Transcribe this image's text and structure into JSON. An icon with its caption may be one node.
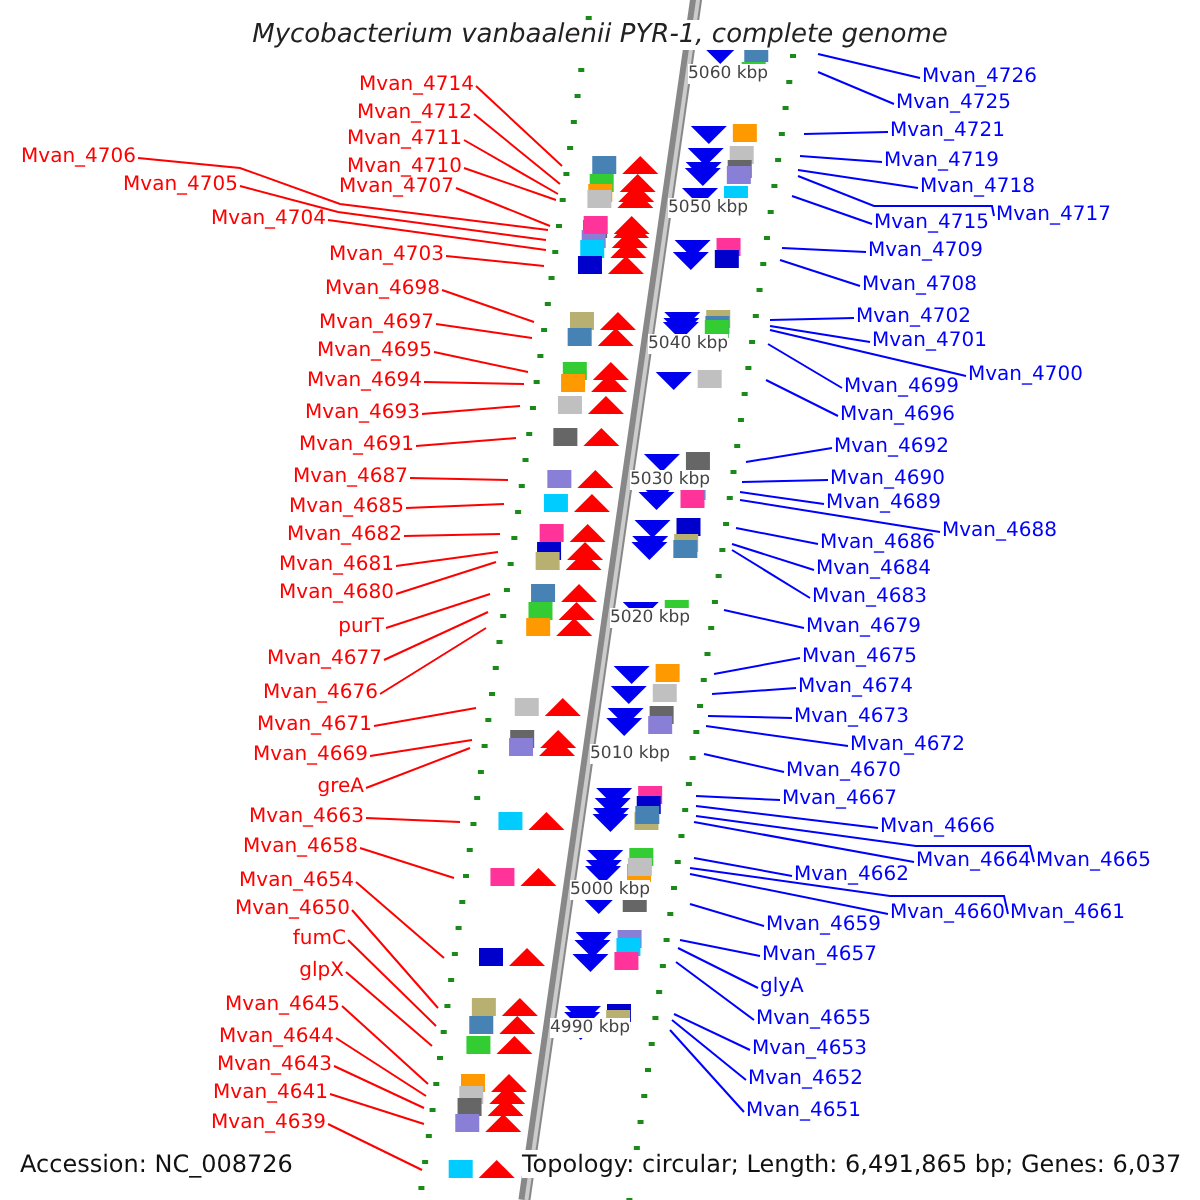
{
  "diagram": {
    "title": "Mycobacterium vanbaalenii PYR-1, complete genome",
    "nodes": [
      {
        "text": [
          "Mvan_4714"
        ]
      },
      {
        "text": [
          "Mvan_4712"
        ]
      },
      {
        "text": [
          "Mvan_4711"
        ]
      },
      {
        "text": [
          "Mvan_4710"
        ]
      },
      {
        "text": [
          "Mvan_4706"
        ]
      },
      {
        "text": [
          "Mvan_4705"
        ]
      },
      {
        "text": [
          "Mvan_4704"
        ]
      },
      {
        "text": [
          "Mvan_4707"
        ]
      },
      {
        "text": [
          "Mvan_4703"
        ]
      },
      {
        "text": [
          "Mvan_4698"
        ]
      },
      {
        "text": [
          "Mvan_4697"
        ]
      },
      {
        "text": [
          "Mvan_4695"
        ]
      },
      {
        "text": [
          "Mvan_4694"
        ]
      },
      {
        "text": [
          "Mvan_4693"
        ]
      },
      {
        "text": [
          "Mvan_4691"
        ]
      },
      {
        "text": [
          "Mvan_4687"
        ]
      },
      {
        "text": [
          "Mvan_4685"
        ]
      },
      {
        "text": [
          "Mvan_4682"
        ]
      },
      {
        "text": [
          "Mvan_4681"
        ]
      },
      {
        "text": [
          "Mvan_4680"
        ]
      },
      {
        "text": [
          "purT"
        ]
      },
      {
        "text": [
          "Mvan_4677"
        ]
      },
      {
        "text": [
          "Mvan_4676"
        ]
      },
      {
        "text": [
          "Mvan_4671"
        ]
      },
      {
        "text": [
          "Mvan_4669"
        ]
      },
      {
        "text": [
          "greA"
        ]
      },
      {
        "text": [
          "Mvan_4663"
        ]
      },
      {
        "text": [
          "Mvan_4658"
        ]
      },
      {
        "text": [
          "Mvan_4654"
        ]
      },
      {
        "text": [
          "Mvan_4650"
        ]
      },
      {
        "text": [
          "fumC"
        ]
      },
      {
        "text": [
          "glpX"
        ]
      },
      {
        "text": [
          "Mvan_4645"
        ]
      },
      {
        "text": [
          "Mvan_4644"
        ]
      },
      {
        "text": [
          "Mvan_4643"
        ]
      },
      {
        "text": [
          "Mvan_4641"
        ]
      },
      {
        "text": [
          "Mvan_4639"
        ]
      },
      {
        "text": [
          "Mvan_4726"
        ]
      },
      {
        "text": [
          "Mvan_4725"
        ]
      },
      {
        "text": [
          "Mvan_4721"
        ]
      },
      {
        "text": [
          "Mvan_4719"
        ]
      },
      {
        "text": [
          "Mvan_4718"
        ]
      },
      {
        "text": [
          "Mvan_4717"
        ]
      },
      {
        "text": [
          "Mvan_4715"
        ]
      },
      {
        "text": [
          "Mvan_4709"
        ]
      },
      {
        "text": [
          "Mvan_4708"
        ]
      },
      {
        "text": [
          "Mvan_4702"
        ]
      },
      {
        "text": [
          "Mvan_4701"
        ]
      },
      {
        "text": [
          "Mvan_4700"
        ]
      },
      {
        "text": [
          "Mvan_4699"
        ]
      },
      {
        "text": [
          "Mvan_4696"
        ]
      },
      {
        "text": [
          "Mvan_4692"
        ]
      },
      {
        "text": [
          "Mvan_4690"
        ]
      },
      {
        "text": [
          "Mvan_4689"
        ]
      },
      {
        "text": [
          "Mvan_4688"
        ]
      },
      {
        "text": [
          "Mvan_4686"
        ]
      },
      {
        "text": [
          "Mvan_4684"
        ]
      },
      {
        "text": [
          "Mvan_4683"
        ]
      },
      {
        "text": [
          "Mvan_4679"
        ]
      },
      {
        "text": [
          "Mvan_4675"
        ]
      },
      {
        "text": [
          "Mvan_4674"
        ]
      },
      {
        "text": [
          "Mvan_4673"
        ]
      },
      {
        "text": [
          "Mvan_4672"
        ]
      },
      {
        "text": [
          "Mvan_4670"
        ]
      },
      {
        "text": [
          "Mvan_4667"
        ]
      },
      {
        "text": [
          "Mvan_4666"
        ]
      },
      {
        "text": [
          "Mvan_4664"
        ]
      },
      {
        "text": [
          "Mvan_4665"
        ]
      },
      {
        "text": [
          "Mvan_4662"
        ]
      },
      {
        "text": [
          "Mvan_4660"
        ]
      },
      {
        "text": [
          "Mvan_4661"
        ]
      },
      {
        "text": [
          "Mvan_4659"
        ]
      },
      {
        "text": [
          "Mvan_4657"
        ]
      },
      {
        "text": [
          "glyA"
        ]
      },
      {
        "text": [
          "Mvan_4655"
        ]
      },
      {
        "text": [
          "Mvan_4653"
        ]
      },
      {
        "text": [
          "Mvan_4652"
        ]
      },
      {
        "text": [
          "Mvan_4651"
        ]
      }
    ],
    "edges": [
      {
        "from": 0,
        "to": null,
        "arrow": "none",
        "color": "#ff0000"
      },
      {
        "from": 1,
        "to": null,
        "arrow": "none",
        "color": "#ff0000"
      },
      {
        "from": 2,
        "to": null,
        "arrow": "none",
        "color": "#ff0000"
      },
      {
        "from": 3,
        "to": null,
        "arrow": "none",
        "color": "#ff0000"
      },
      {
        "from": 4,
        "to": null,
        "arrow": "none",
        "color": "#ff0000"
      },
      {
        "from": 5,
        "to": null,
        "arrow": "none",
        "color": "#ff0000"
      },
      {
        "from": 6,
        "to": null,
        "arrow": "none",
        "color": "#ff0000"
      },
      {
        "from": 7,
        "to": null,
        "arrow": "none",
        "color": "#ff0000"
      },
      {
        "from": 8,
        "to": null,
        "arrow": "none",
        "color": "#ff0000"
      },
      {
        "from": 9,
        "to": null,
        "arrow": "none",
        "color": "#ff0000"
      },
      {
        "from": 10,
        "to": null,
        "arrow": "none",
        "color": "#ff0000"
      },
      {
        "from": 11,
        "to": null,
        "arrow": "none",
        "color": "#ff0000"
      },
      {
        "from": 12,
        "to": null,
        "arrow": "none",
        "color": "#ff0000"
      },
      {
        "from": 13,
        "to": null,
        "arrow": "none",
        "color": "#ff0000"
      },
      {
        "from": 14,
        "to": null,
        "arrow": "none",
        "color": "#ff0000"
      },
      {
        "from": 15,
        "to": null,
        "arrow": "none",
        "color": "#ff0000"
      },
      {
        "from": 16,
        "to": null,
        "arrow": "none",
        "color": "#ff0000"
      },
      {
        "from": 17,
        "to": null,
        "arrow": "none",
        "color": "#ff0000"
      },
      {
        "from": 18,
        "to": null,
        "arrow": "none",
        "color": "#ff0000"
      },
      {
        "from": 19,
        "to": null,
        "arrow": "none",
        "color": "#ff0000"
      },
      {
        "from": 20,
        "to": null,
        "arrow": "none",
        "color": "#ff0000"
      },
      {
        "from": 21,
        "to": null,
        "arrow": "none",
        "color": "#ff0000"
      },
      {
        "from": 22,
        "to": null,
        "arrow": "none",
        "color": "#ff0000"
      },
      {
        "from": 23,
        "to": null,
        "arrow": "none",
        "color": "#ff0000"
      },
      {
        "from": 24,
        "to": null,
        "arrow": "none",
        "color": "#ff0000"
      },
      {
        "from": 25,
        "to": null,
        "arrow": "none",
        "color": "#ff0000"
      },
      {
        "from": 26,
        "to": null,
        "arrow": "none",
        "color": "#ff0000"
      },
      {
        "from": 27,
        "to": null,
        "arrow": "none",
        "color": "#ff0000"
      },
      {
        "from": 28,
        "to": null,
        "arrow": "none",
        "color": "#ff0000"
      },
      {
        "from": 29,
        "to": null,
        "arrow": "none",
        "color": "#ff0000"
      },
      {
        "from": 30,
        "to": null,
        "arrow": "none",
        "color": "#ff0000"
      },
      {
        "from": 31,
        "to": null,
        "arrow": "none",
        "color": "#ff0000"
      },
      {
        "from": 32,
        "to": null,
        "arrow": "none",
        "color": "#ff0000"
      },
      {
        "from": 33,
        "to": null,
        "arrow": "none",
        "color": "#ff0000"
      },
      {
        "from": 34,
        "to": null,
        "arrow": "none",
        "color": "#ff0000"
      },
      {
        "from": 35,
        "to": null,
        "arrow": "none",
        "color": "#ff0000"
      },
      {
        "from": 36,
        "to": null,
        "arrow": "none",
        "color": "#ff0000"
      },
      {
        "from": 37,
        "to": null,
        "arrow": "none"
      },
      {
        "from": 38,
        "to": null,
        "arrow": "none"
      },
      {
        "from": 39,
        "to": null,
        "arrow": "none"
      },
      {
        "from": 40,
        "to": null,
        "arrow": "none"
      },
      {
        "from": 41,
        "to": null,
        "arrow": "none"
      },
      {
        "from": 42,
        "to": null,
        "arrow": "none"
      },
      {
        "from": 43,
        "to": null,
        "arrow": "none"
      },
      {
        "from": 44,
        "to": null,
        "arrow": "none"
      },
      {
        "from": 45,
        "to": null,
        "arrow": "none"
      },
      {
        "from": 46,
        "to": null,
        "arrow": "none"
      },
      {
        "from": 47,
        "to": null,
        "arrow": "none"
      },
      {
        "from": 48,
        "to": null,
        "arrow": "none"
      },
      {
        "from": 49,
        "to": null,
        "arrow": "none"
      },
      {
        "from": 50,
        "to": null,
        "arrow": "none"
      },
      {
        "from": 51,
        "to": null,
        "arrow": "none"
      },
      {
        "from": 52,
        "to": null,
        "arrow": "none"
      },
      {
        "from": 53,
        "to": null,
        "arrow": "none"
      },
      {
        "from": 54,
        "to": null,
        "arrow": "none"
      },
      {
        "from": 55,
        "to": null,
        "arrow": "none"
      },
      {
        "from": 56,
        "to": null,
        "arrow": "none"
      },
      {
        "from": 57,
        "to": null,
        "arrow": "none"
      },
      {
        "from": 58,
        "to": null,
        "arrow": "none"
      },
      {
        "from": 59,
        "to": null,
        "arrow": "none"
      },
      {
        "from": 60,
        "to": null,
        "arrow": "none"
      },
      {
        "from": 61,
        "to": null,
        "arrow": "none"
      },
      {
        "from": 62,
        "to": null,
        "arrow": "none"
      },
      {
        "from": 63,
        "to": null,
        "arrow": "none"
      },
      {
        "from": 64,
        "to": null,
        "arrow": "none"
      },
      {
        "from": 65,
        "to": null,
        "arrow": "none"
      },
      {
        "from": 66,
        "to": null,
        "arrow": "none"
      },
      {
        "from": 67,
        "to": null,
        "arrow": "none"
      },
      {
        "from": 68,
        "to": null,
        "arrow": "none"
      },
      {
        "from": 69,
        "to": null,
        "arrow": "none"
      },
      {
        "from": 70,
        "to": null,
        "arrow": "none"
      },
      {
        "from": 71,
        "to": null,
        "arrow": "none"
      },
      {
        "from": 72,
        "to": null,
        "arrow": "none"
      },
      {
        "from": 73,
        "to": null,
        "arrow": "none"
      },
      {
        "from": 74,
        "to": null,
        "arrow": "none"
      },
      {
        "from": 75,
        "to": null,
        "arrow": "none"
      },
      {
        "from": 76,
        "to": null,
        "arrow": "none"
      },
      {
        "from": 77,
        "to": null,
        "arrow": "none"
      }
    ],
    "labels": [
      "5060 kbp",
      "5050 kbp",
      "5040 kbp",
      "5030 kbp",
      "5020 kbp",
      "5010 kbp",
      "5000 kbp",
      "4990 kbp",
      "Accession: NC_008726",
      "Topology: circular; Length: 6,491,865 bp; Genes: 6,037"
    ]
  }
}
